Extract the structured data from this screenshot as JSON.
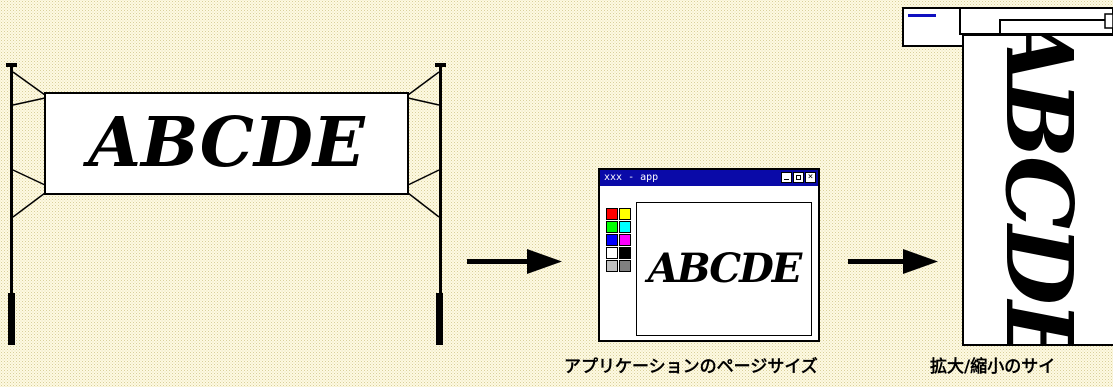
{
  "banner": {
    "text": "ABCDE"
  },
  "app_window": {
    "title": "xxx - app",
    "controls": [
      "minimize",
      "maximize",
      "close"
    ],
    "canvas_text": "ABCDE",
    "palette_colors": [
      "#ff0000",
      "#ffff00",
      "#00ff00",
      "#00ffff",
      "#0000ff",
      "#ff00ff",
      "#ffffff",
      "#000000",
      "#c0c0c0",
      "#808080"
    ],
    "caption": "アプリケーションのページサイズ"
  },
  "printer": {
    "text": "ABCDE",
    "caption": "拡大/縮小のサイ"
  },
  "colors": {
    "title_bar": "#0a0aa8",
    "ink": "#000000",
    "background": "#fffbe6"
  },
  "icons": [
    "arrow-right-icon",
    "arrow-right-icon"
  ]
}
